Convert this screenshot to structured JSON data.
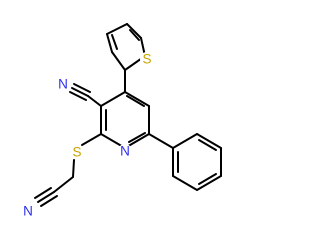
{
  "molecule": {
    "atoms": {
      "S_thiophene": {
        "text": "S",
        "color": "#c8a400"
      },
      "S_thioether": {
        "text": "S",
        "color": "#c8a400"
      },
      "N_pyridine": {
        "text": "N",
        "color": "#2e2ef0"
      },
      "N_nitrile_top": {
        "text": "N",
        "color": "#2e2ef0"
      },
      "N_nitrile_bottom": {
        "text": "N",
        "color": "#2e2ef0"
      }
    }
  }
}
